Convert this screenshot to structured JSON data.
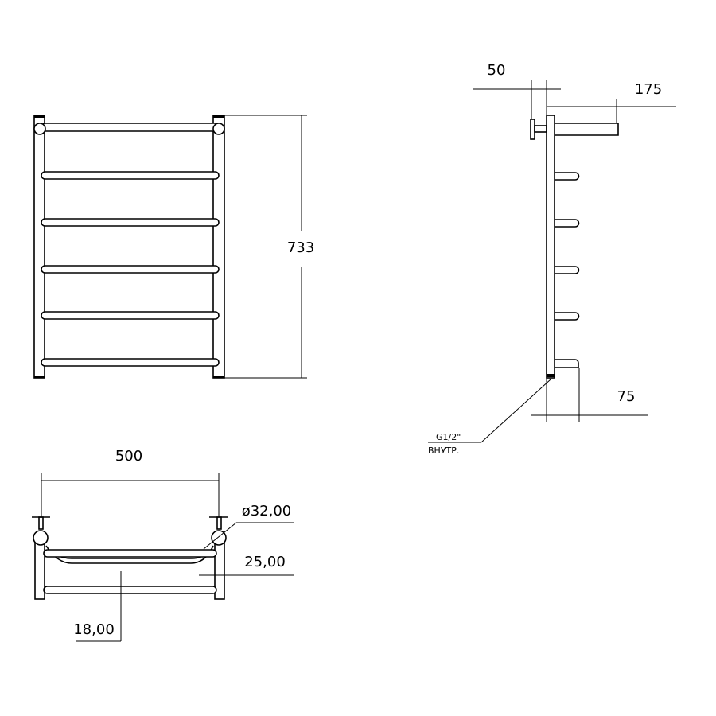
{
  "front_view": {
    "height_label": "733"
  },
  "side_view": {
    "wall_offset_label": "50",
    "depth_label": "175",
    "connection_offset_label": "75",
    "thread_label": "G1/2\"",
    "thread_note": "ВНУТР."
  },
  "bottom_view": {
    "width_label": "500",
    "diameter_label": "ø32,00",
    "rail_diameter_label": "25,00",
    "spacing_label": "18,00"
  }
}
